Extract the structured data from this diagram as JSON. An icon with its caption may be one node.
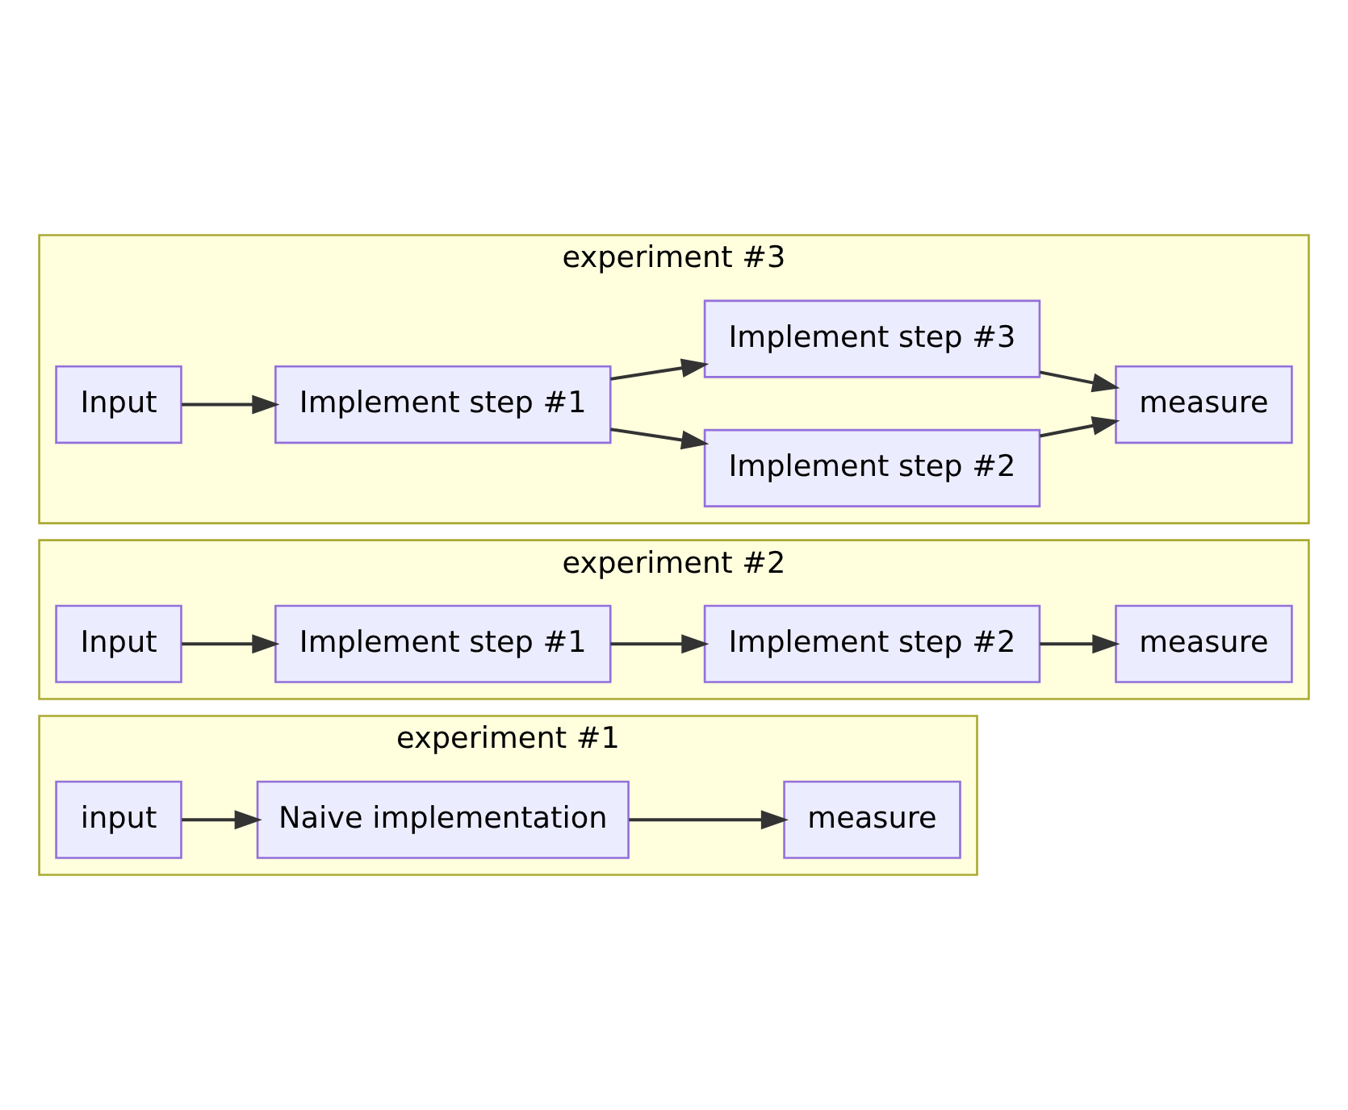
{
  "diagram": {
    "nodes": [
      {
        "text": [
          "experiment #1"
        ]
      },
      {
        "text": [
          "input"
        ],
        "in": 0
      },
      {
        "text": [
          "Naive implementation"
        ],
        "in": 0
      },
      {
        "text": [
          "measure"
        ],
        "in": 0
      },
      {
        "text": [
          "experiment #2"
        ]
      },
      {
        "text": [
          "Input"
        ],
        "in": 4
      },
      {
        "text": [
          "Implement step #1"
        ],
        "in": 4
      },
      {
        "text": [
          "Implement step #2"
        ],
        "in": 4
      },
      {
        "text": [
          "measure"
        ],
        "in": 4
      },
      {
        "text": [
          "experiment #3"
        ]
      },
      {
        "text": [
          "Input"
        ],
        "in": 9
      },
      {
        "text": [
          "Implement step #1"
        ],
        "in": 9
      },
      {
        "text": [
          "Implement step #2"
        ],
        "in": 9
      },
      {
        "text": [
          "Implement step #3"
        ],
        "in": 9
      },
      {
        "text": [
          "measure"
        ],
        "in": 9
      }
    ],
    "edges": [
      {
        "from": 1,
        "to": 2,
        "arrow": "to"
      },
      {
        "from": 2,
        "to": 3,
        "arrow": "to"
      },
      {
        "from": 5,
        "to": 6,
        "arrow": "to"
      },
      {
        "from": 6,
        "to": 7,
        "arrow": "to"
      },
      {
        "from": 7,
        "to": 8,
        "arrow": "to"
      },
      {
        "from": 10,
        "to": 11,
        "arrow": "to"
      },
      {
        "from": 11,
        "to": 12,
        "arrow": "to"
      },
      {
        "from": 11,
        "to": 13,
        "arrow": "to"
      },
      {
        "from": 12,
        "to": 14,
        "arrow": "to"
      },
      {
        "from": 13,
        "to": 14,
        "arrow": "to"
      }
    ]
  }
}
